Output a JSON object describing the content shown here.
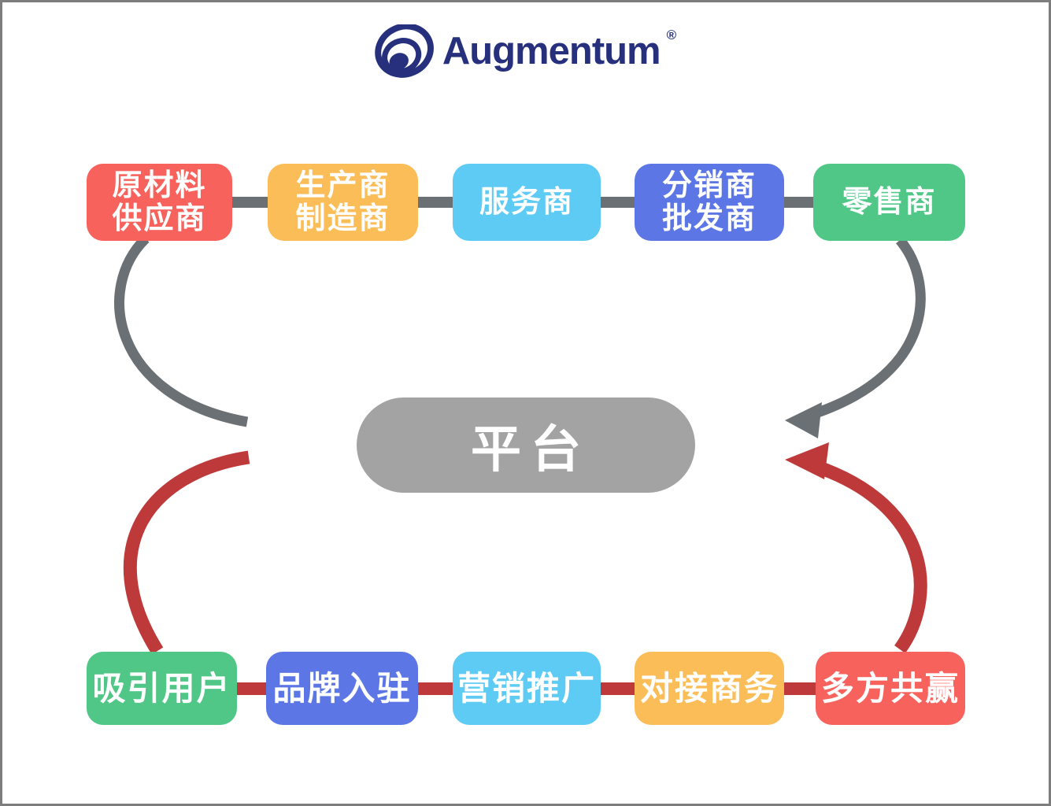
{
  "logo": {
    "brand": "Augmentum",
    "registered": "®",
    "color": "#26307C"
  },
  "platform": {
    "label": "平台",
    "color": "#A3A3A3"
  },
  "supply_chain_row": {
    "connector_color": "#6B7075",
    "nodes": [
      {
        "lines": [
          "原材料",
          "供应商"
        ],
        "color": "#F7625D"
      },
      {
        "lines": [
          "生产商",
          "制造商"
        ],
        "color": "#FBBD58"
      },
      {
        "lines": [
          "服务商"
        ],
        "color": "#5ECBF4"
      },
      {
        "lines": [
          "分销商",
          "批发商"
        ],
        "color": "#5C77E5"
      },
      {
        "lines": [
          "零售商"
        ],
        "color": "#50C787"
      }
    ]
  },
  "platform_row": {
    "connector_color": "#BE3A3A",
    "nodes": [
      {
        "lines": [
          "吸引用户"
        ],
        "color": "#50C787"
      },
      {
        "lines": [
          "品牌入驻"
        ],
        "color": "#5C77E5"
      },
      {
        "lines": [
          "营销推广"
        ],
        "color": "#5ECBF4"
      },
      {
        "lines": [
          "对接商务"
        ],
        "color": "#FBBD58"
      },
      {
        "lines": [
          "多方共赢"
        ],
        "color": "#F7625D"
      }
    ]
  },
  "arrows": {
    "supply_flow_color": "#6B7075",
    "platform_flow_color": "#BE3A3A"
  },
  "page": {
    "border_color": "#7d7d7d",
    "background": "#ffffff"
  }
}
